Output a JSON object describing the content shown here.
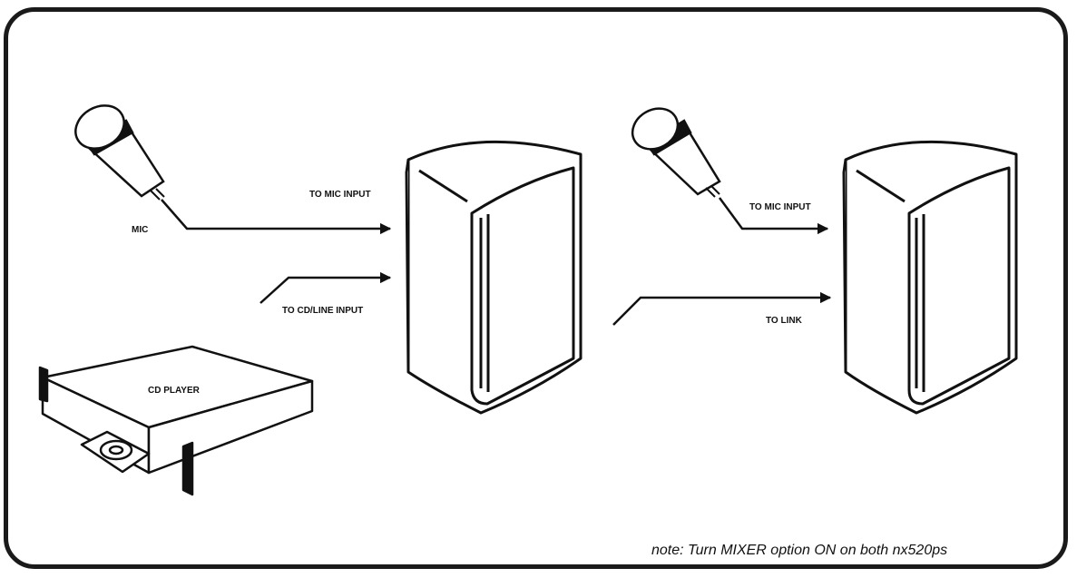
{
  "labels": {
    "mic": "MIC",
    "to_mic_input_left": "TO MIC INPUT",
    "to_cd_line_input": "TO CD/LINE INPUT",
    "cd_player": "CD PLAYER",
    "to_mic_input_right": "TO MIC INPUT",
    "to_link": "TO LINK"
  },
  "note": "note: Turn MIXER option ON on both nx520ps"
}
